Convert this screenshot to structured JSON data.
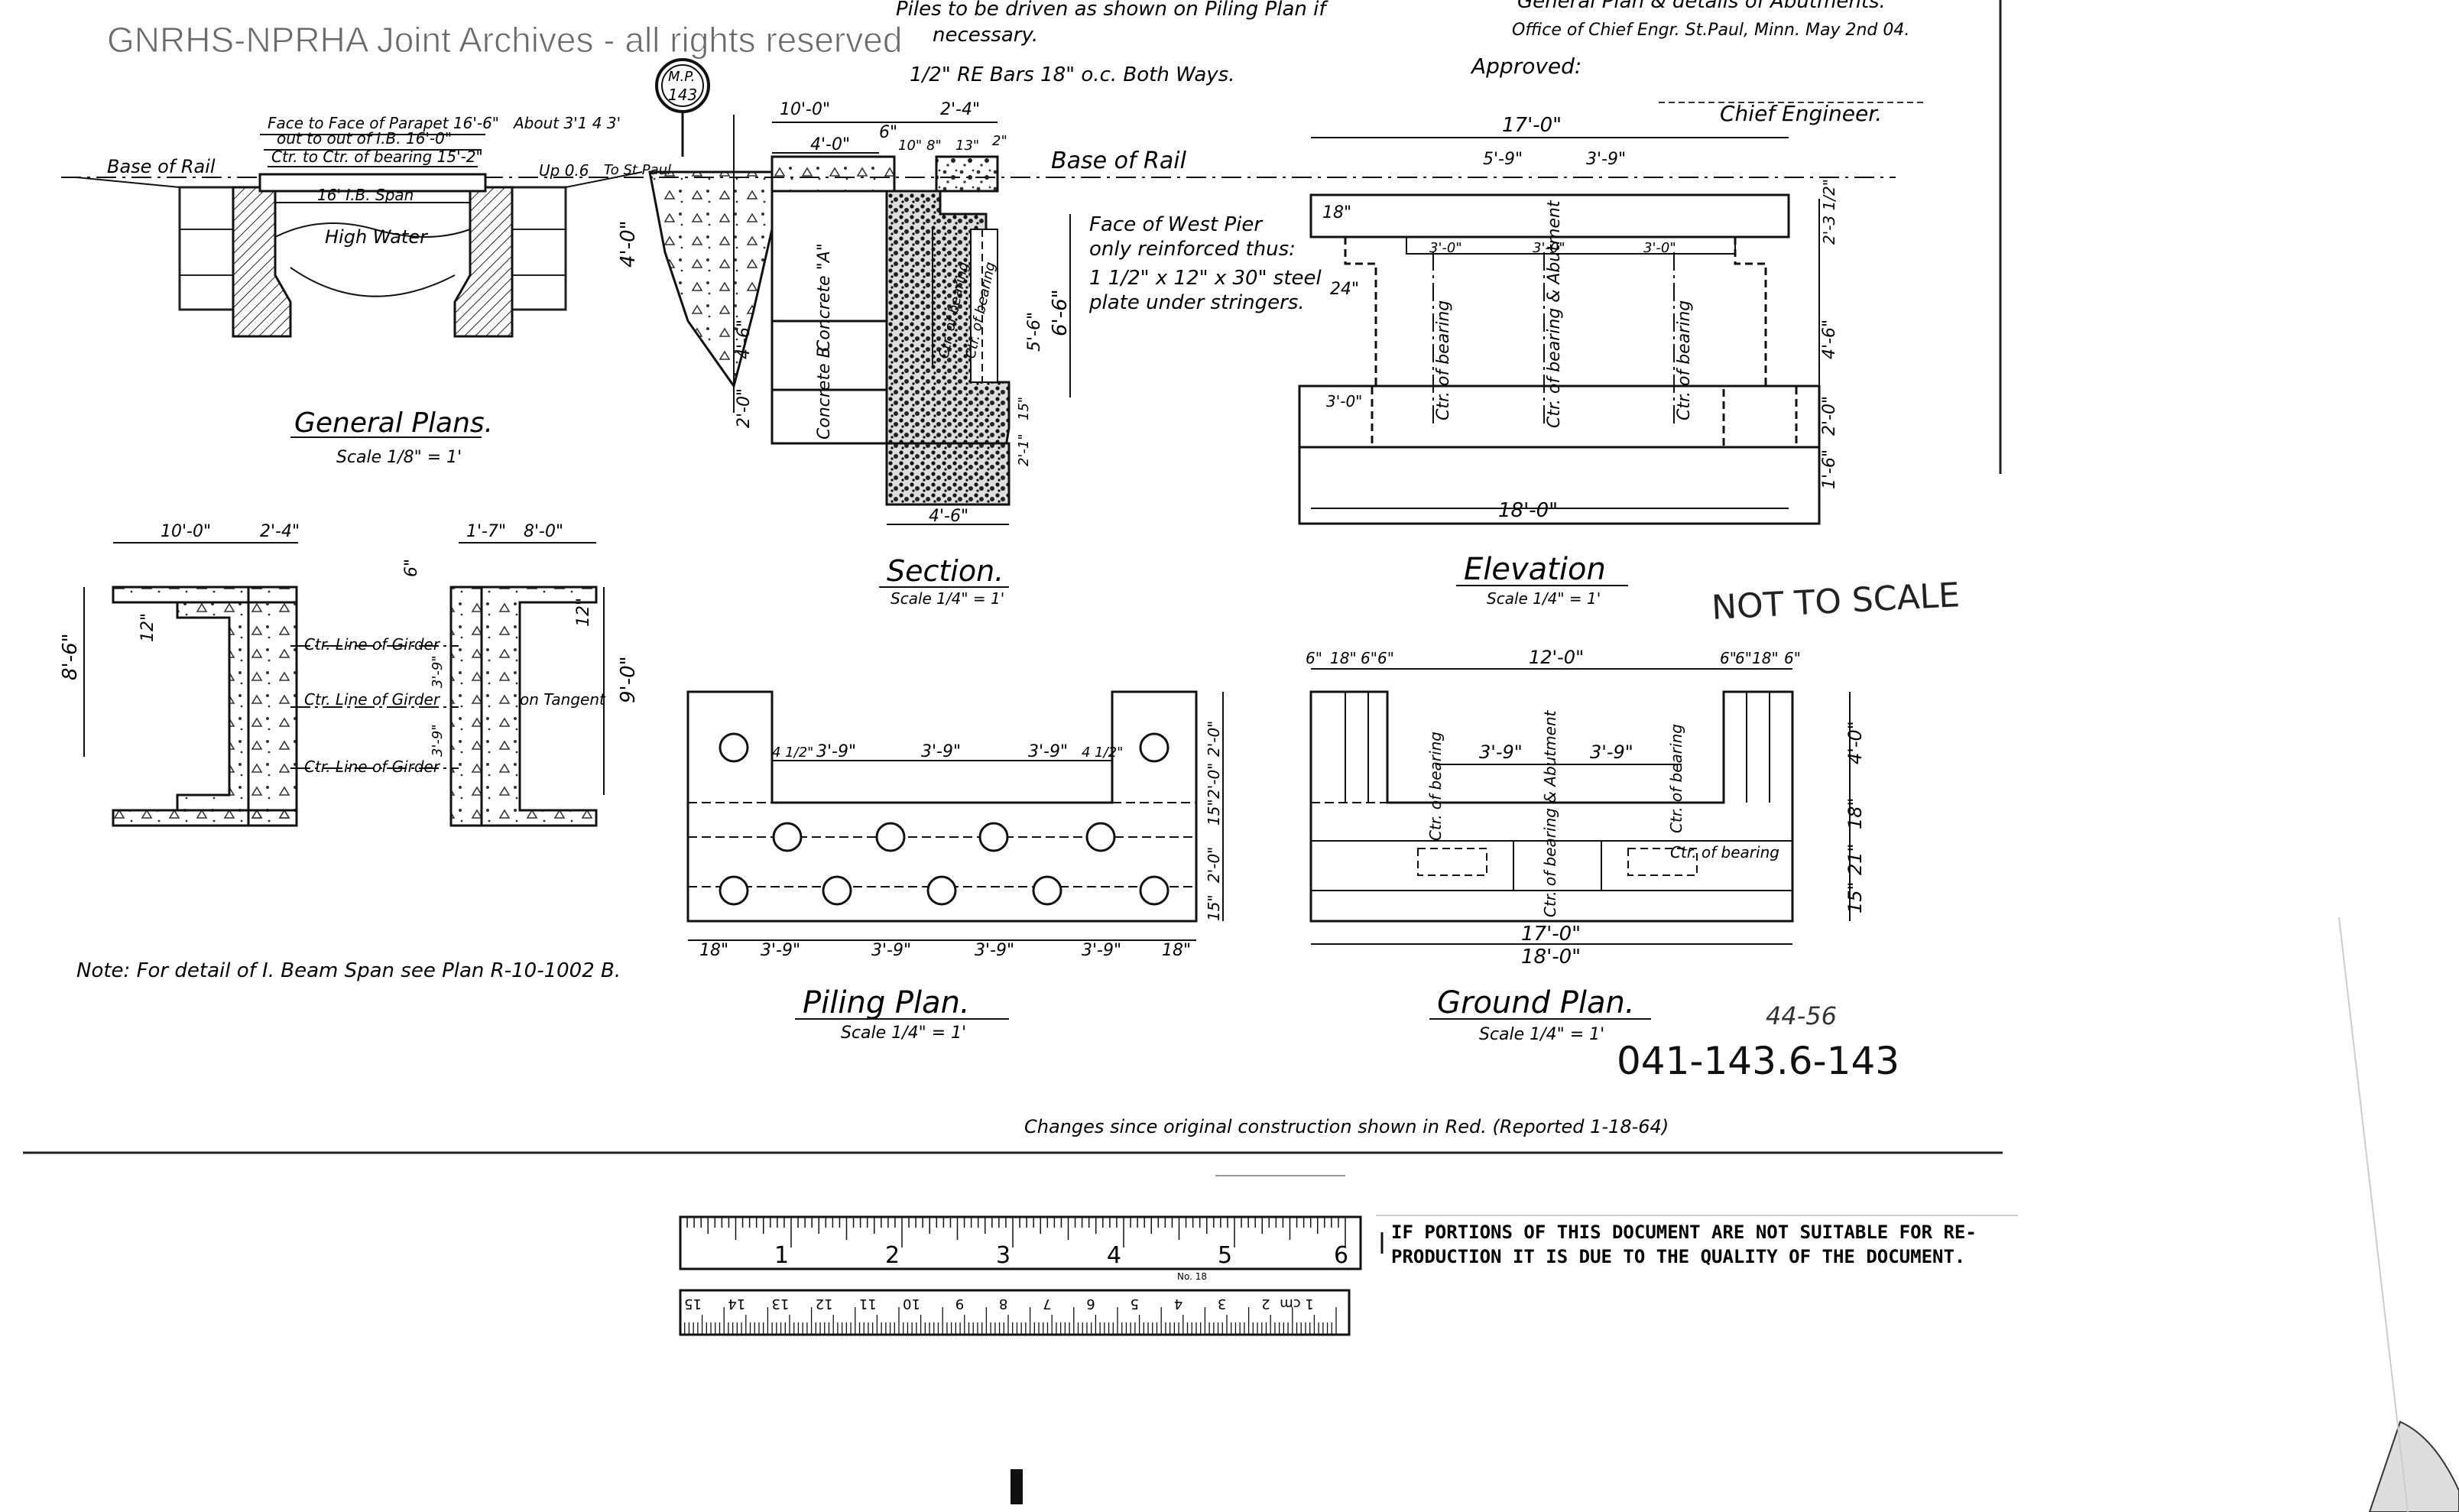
{
  "watermark": "GNRHS-NPRHA Joint Archives - all rights reserved",
  "header": {
    "piles_note_1": "Piles to be driven as shown on Piling Plan if",
    "piles_note_2": "necessary.",
    "rebar_note": "1/2\" RE Bars 18\" o.c. Both Ways.",
    "sheet_title": "General Plan & details of Abutments.",
    "office_line": "Office of Chief Engr. St.Paul, Minn. May 2nd 04.",
    "approved": "Approved:",
    "chief_engineer": "Chief Engineer."
  },
  "milepost": {
    "line1": "M.P.",
    "line2": "143"
  },
  "general_plans": {
    "title": "General Plans.",
    "scale": "Scale 1/8\" = 1'",
    "face_parapet": "Face to Face of Parapet 16'-6\"",
    "about": "About 3'1 4 3'",
    "out_to_out": "out to out of I.B. 16'-0\"",
    "ctr_bearing": "Ctr. to Ctr. of bearing 15'-2\"",
    "span": "16' I.B. Span",
    "base_of_rail": "Base of Rail",
    "up": "Up 0.6",
    "high_water": "High Water",
    "to_st_paul": "To St Paul"
  },
  "section": {
    "title": "Section.",
    "scale": "Scale 1/4\" = 1'",
    "dim_10_0": "10'-0\"",
    "dim_2_4": "2'-4\"",
    "dim_4_0": "4'-0\"",
    "dim_6": "6\"",
    "dim_10": "10\"",
    "dim_8": "8\"",
    "dim_13": "13\"",
    "dim_2": "2\"",
    "base_of_rail": "Base of Rail",
    "concrete_a": "Concrete \"A\"",
    "concrete_b": "Concrete B",
    "ctr_bearing_1": "Ctr. of bearing",
    "ctr_bearing_2": "Ctr. of bearing",
    "dim_4_0v": "4'-0\"",
    "dim_4_6v": "4'-6\"",
    "dim_2_0v": "2'-0\"",
    "dim_5_6": "5'-6\"",
    "dim_6_6": "6'-6\"",
    "dim_15": "15\"",
    "dim_2_1": "2'-1\"",
    "dim_4_6b": "4'-6\"",
    "face_note_1": "Face of West Pier",
    "face_note_2": "only reinforced thus:",
    "face_note_3": "1 1/2\" x 12\" x 30\" steel",
    "face_note_4": "plate under stringers."
  },
  "elevation": {
    "title": "Elevation",
    "scale": "Scale 1/4\" = 1'",
    "dim_17_0": "17'-0\"",
    "dim_5_9": "5'-9\"",
    "dim_3_9": "3'-9\"",
    "dim_18": "18\"",
    "dim_24": "24\"",
    "dim_3_0a": "3'-0\"",
    "dim_3_0b": "3'-0\"",
    "dim_3_0c": "3'-0\"",
    "dim_3_0d": "3'-0\"",
    "ctr_bearing_1": "Ctr. of bearing",
    "ctr_bearing_2": "Ctr. of bearing & Abutment",
    "ctr_bearing_3": "Ctr. of bearing",
    "dim_2_3": "2'-3 1/2\"",
    "dim_4_6": "4'-6\"",
    "dim_2_0": "2'-0\"",
    "dim_1_6": "1'-6\"",
    "dim_18_0": "18'-0\""
  },
  "plan_detail": {
    "dim_10_0": "10'-0\"",
    "dim_2_4": "2'-4\"",
    "dim_1_7": "1'-7\"",
    "dim_8_0": "8'-0\"",
    "dim_6": "6\"",
    "dim_8_6": "8'-6\"",
    "dim_9_0": "9'-0\"",
    "dim_12a": "12\"",
    "dim_12b": "12\"",
    "ctr_girder_1": "Ctr. Line of Girder",
    "ctr_girder_2": "Ctr. Line of Girder",
    "ctr_girder_3": "Ctr. Line of Girder",
    "on_tangent": "on Tangent",
    "dim_3_9a": "3'-9\"",
    "dim_3_9b": "3'-9\""
  },
  "note": "Note: For detail of I. Beam Span see Plan R-10-1002 B.",
  "piling_plan": {
    "title": "Piling Plan.",
    "scale": "Scale 1/4\" = 1'",
    "top_dims": [
      "4 1/2\"",
      "3'-9\"",
      "3'-9\"",
      "3'-9\"",
      "4 1/2\""
    ],
    "bottom_dims": [
      "18\"",
      "3'-9\"",
      "3'-9\"",
      "3'-9\"",
      "3'-9\"",
      "18\""
    ],
    "side_dims": [
      "2'-0\"",
      "2'-0\"",
      "15\"",
      "2'-0\"",
      "15\""
    ]
  },
  "ground_plan": {
    "title": "Ground Plan.",
    "scale": "Scale 1/4\" = 1'",
    "top_dims": [
      "6\"",
      "18\"",
      "6\"",
      "6\"",
      "12'-0\"",
      "6\"",
      "6\"",
      "18\"",
      "6\""
    ],
    "dim_3_9a": "3'-9\"",
    "dim_3_9b": "3'-9\"",
    "ctr_bearing_1": "Ctr. of bearing",
    "ctr_bearing_2": "Ctr. of bearing",
    "ctr_bearing_3": "Ctr. of bearing & Abutment",
    "ctr_bearing_4": "Ctr. of bearing",
    "side_dims": [
      "4'-0\"",
      "18\"",
      "21\"",
      "15\""
    ],
    "dim_17_0": "17'-0\"",
    "dim_18_0": "18'-0\""
  },
  "stamps": {
    "not_to_scale": "NOT TO SCALE",
    "handwritten": "44-56",
    "doc_number": "041-143.6-143"
  },
  "changes_note": "Changes since original construction shown in Red. (Reported 1-18-64)",
  "ruler": {
    "inch_labels": [
      "1",
      "2",
      "3",
      "4",
      "5",
      "6"
    ],
    "cm_labels": [
      "15",
      "14",
      "13",
      "12",
      "11",
      "10",
      "9",
      "8",
      "7",
      "6",
      "5",
      "4",
      "3",
      "2",
      "1 cm"
    ],
    "maker": "No. 18"
  },
  "quality_notice": {
    "line1": "IF PORTIONS OF THIS DOCUMENT ARE NOT SUITABLE FOR RE-",
    "line2": "PRODUCTION IT IS DUE TO THE QUALITY OF THE DOCUMENT."
  }
}
